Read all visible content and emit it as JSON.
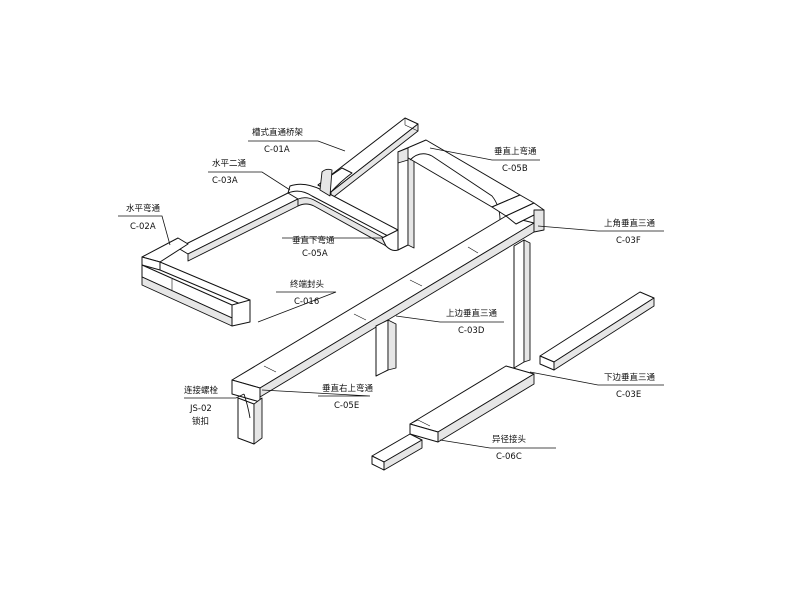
{
  "diagram": {
    "labels": {
      "c01a": {
        "name": "槽式直通桥架",
        "code": "C-01A"
      },
      "c03a": {
        "name": "水平二通",
        "code": "C-03A"
      },
      "c02a": {
        "name": "水平弯通",
        "code": "C-02A"
      },
      "c05a": {
        "name": "垂直下弯通",
        "code": "C-05A"
      },
      "c016": {
        "name": "终端封头",
        "code": "C-016"
      },
      "c05b": {
        "name": "垂直上弯通",
        "code": "C-05B"
      },
      "c03f": {
        "name": "上角垂直三通",
        "code": "C-03F"
      },
      "c03d": {
        "name": "上边垂直三通",
        "code": "C-03D"
      },
      "c03e": {
        "name": "下边垂直三通",
        "code": "C-03E"
      },
      "c05e": {
        "name": "垂直右上弯通",
        "code": "C-05E"
      },
      "c06c": {
        "name": "异径接头",
        "code": "C-06C"
      },
      "js02": {
        "name": "连接螺栓",
        "code": "JS-02",
        "extra": "锁扣"
      }
    }
  }
}
